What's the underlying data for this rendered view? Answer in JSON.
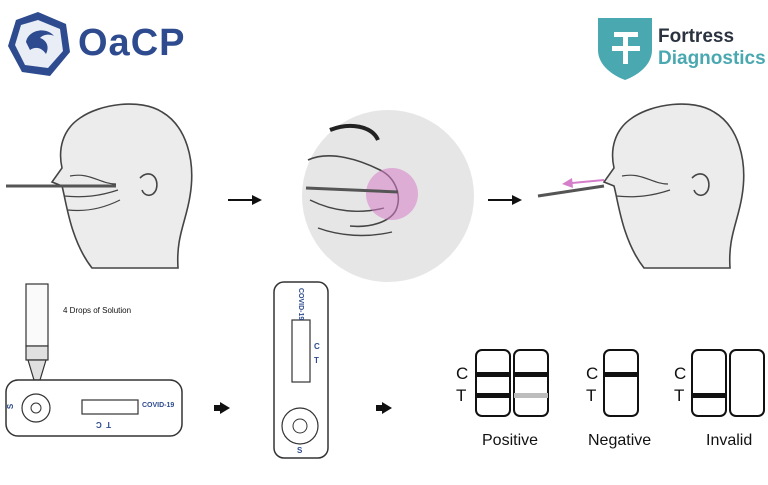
{
  "logos": {
    "left": {
      "name": "OaCP"
    },
    "right": {
      "line1": "Fortress",
      "line2": "Diagnostics"
    }
  },
  "steps": {
    "drops_label": "4 Drops of Solution",
    "horizontal_cassette": {
      "brand": "COVID-19",
      "sample_letter": "S",
      "markers": "T  C"
    },
    "vertical_cassette": {
      "brand": "COVID-19",
      "c": "C",
      "t": "T",
      "sample_letter": "S"
    }
  },
  "results": {
    "c_label": "C",
    "t_label": "T",
    "positive": "Positive",
    "negative": "Negative",
    "invalid": "Invalid"
  },
  "colors": {
    "oacp_blue": "#2d4b8e",
    "fortress_teal": "#4aa8b1",
    "swab_highlight": "#d57ec9"
  }
}
